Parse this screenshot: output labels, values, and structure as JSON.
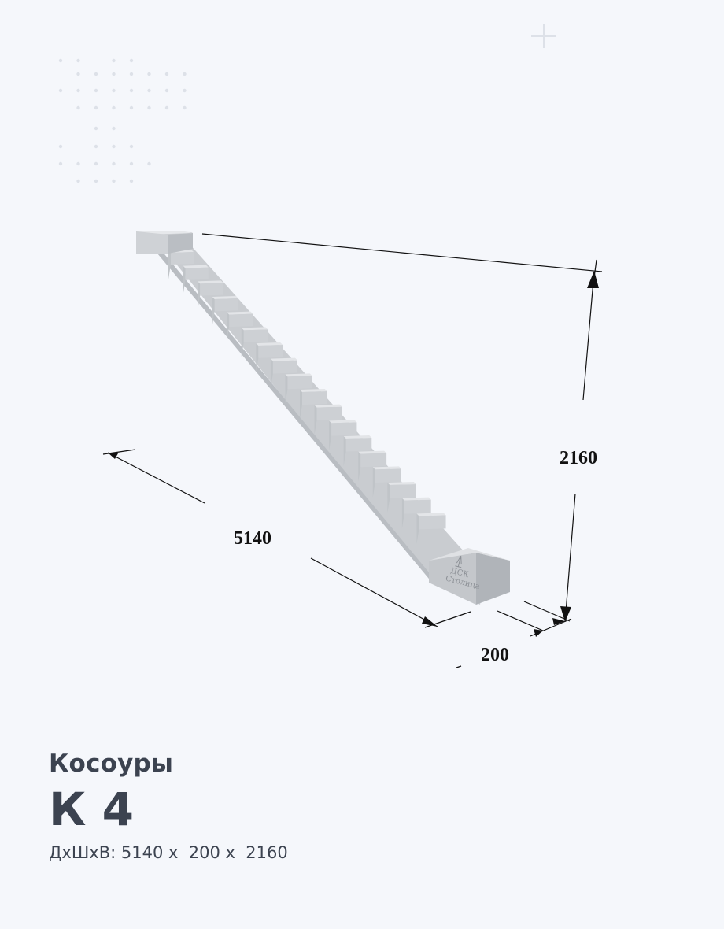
{
  "product": {
    "category": "Косоуры",
    "model": "К 4",
    "dimensions_text": "ДхШхВ: 5140 х  200 х  2160",
    "length": "5140",
    "width": "200",
    "height": "2160",
    "logo_text": [
      "ДСК",
      "Столица"
    ]
  },
  "colors": {
    "background": "#f5f7fb",
    "text": "#3c4350",
    "concrete_top": "#e4e6e9",
    "concrete_front": "#c9ccd0",
    "concrete_side": "#b3b7bc"
  },
  "icons": {
    "plus": "plus-icon",
    "dots": "dot-pattern"
  }
}
